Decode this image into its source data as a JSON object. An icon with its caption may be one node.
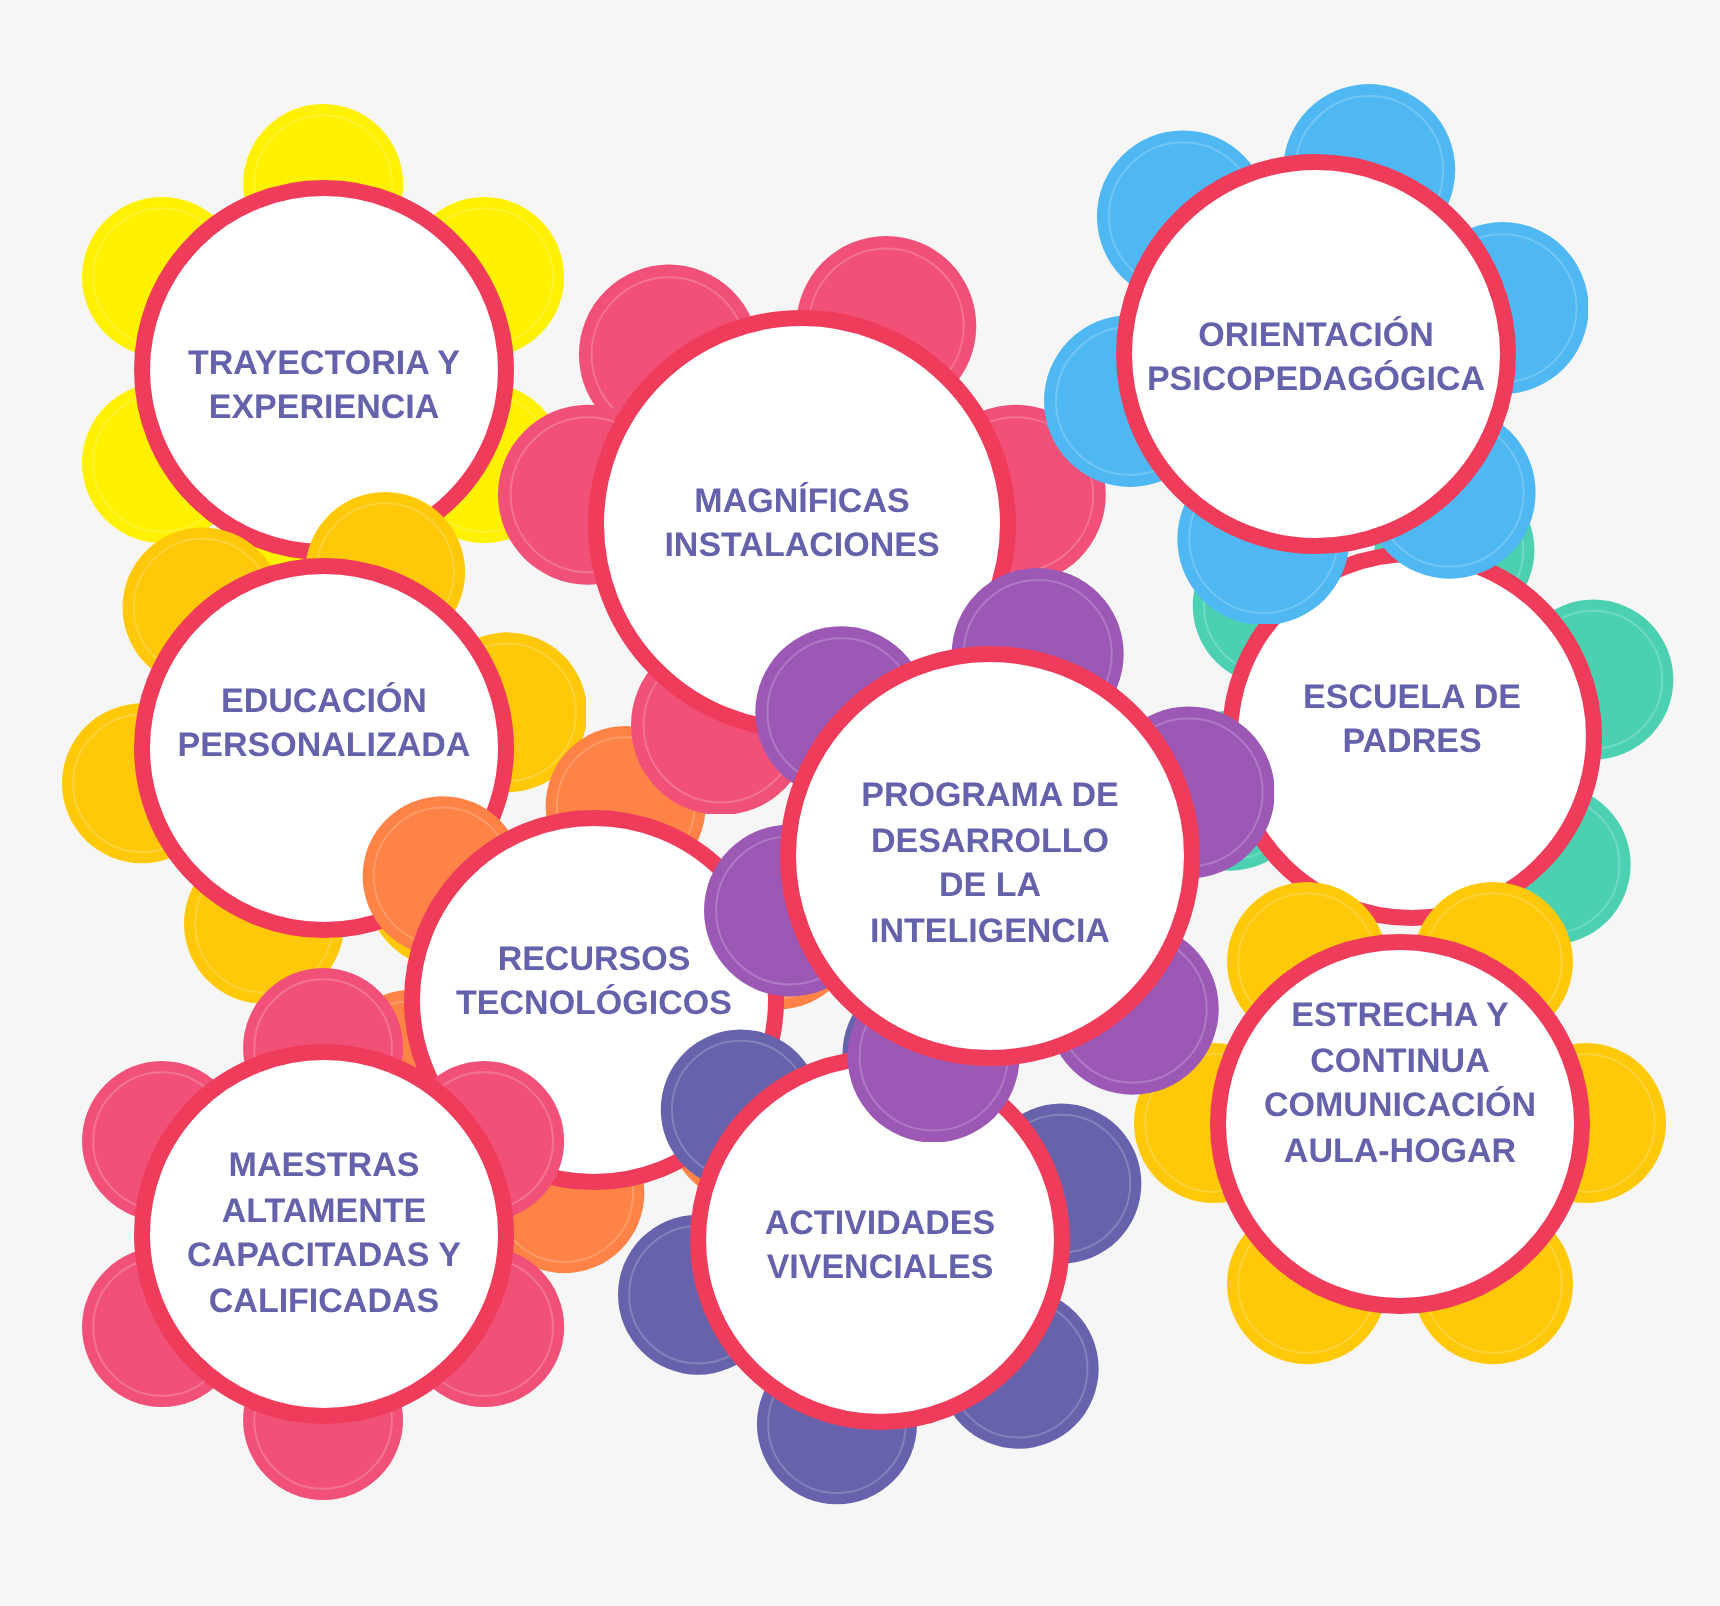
{
  "diagram": {
    "nodes": [
      {
        "text": [
          "TRAYECTORIA Y EXPERIENCIA"
        ]
      },
      {
        "text": [
          "MAGNÍFICAS INSTALACIONES"
        ]
      },
      {
        "text": [
          "ORIENTACIÓN PSICOPEDAGÓGICA"
        ]
      },
      {
        "text": [
          "EDUCACIÓN PERSONALIZADA"
        ]
      },
      {
        "text": [
          "ESCUELA DE PADRES"
        ]
      },
      {
        "text": [
          "PROGRAMA DE DESARROLLO DE LA INTELIGENCIA"
        ]
      },
      {
        "text": [
          "RECURSOS TECNOLÓGICOS"
        ]
      },
      {
        "text": [
          "ESTRECHA Y CONTINUA COMUNICACIÓN AULA-HOGAR"
        ]
      },
      {
        "text": [
          "MAESTRAS ALTAMENTE CAPACITADAS Y CALIFICADAS"
        ]
      },
      {
        "text": [
          "ACTIVIDADES VIVENCIALES"
        ]
      }
    ]
  }
}
